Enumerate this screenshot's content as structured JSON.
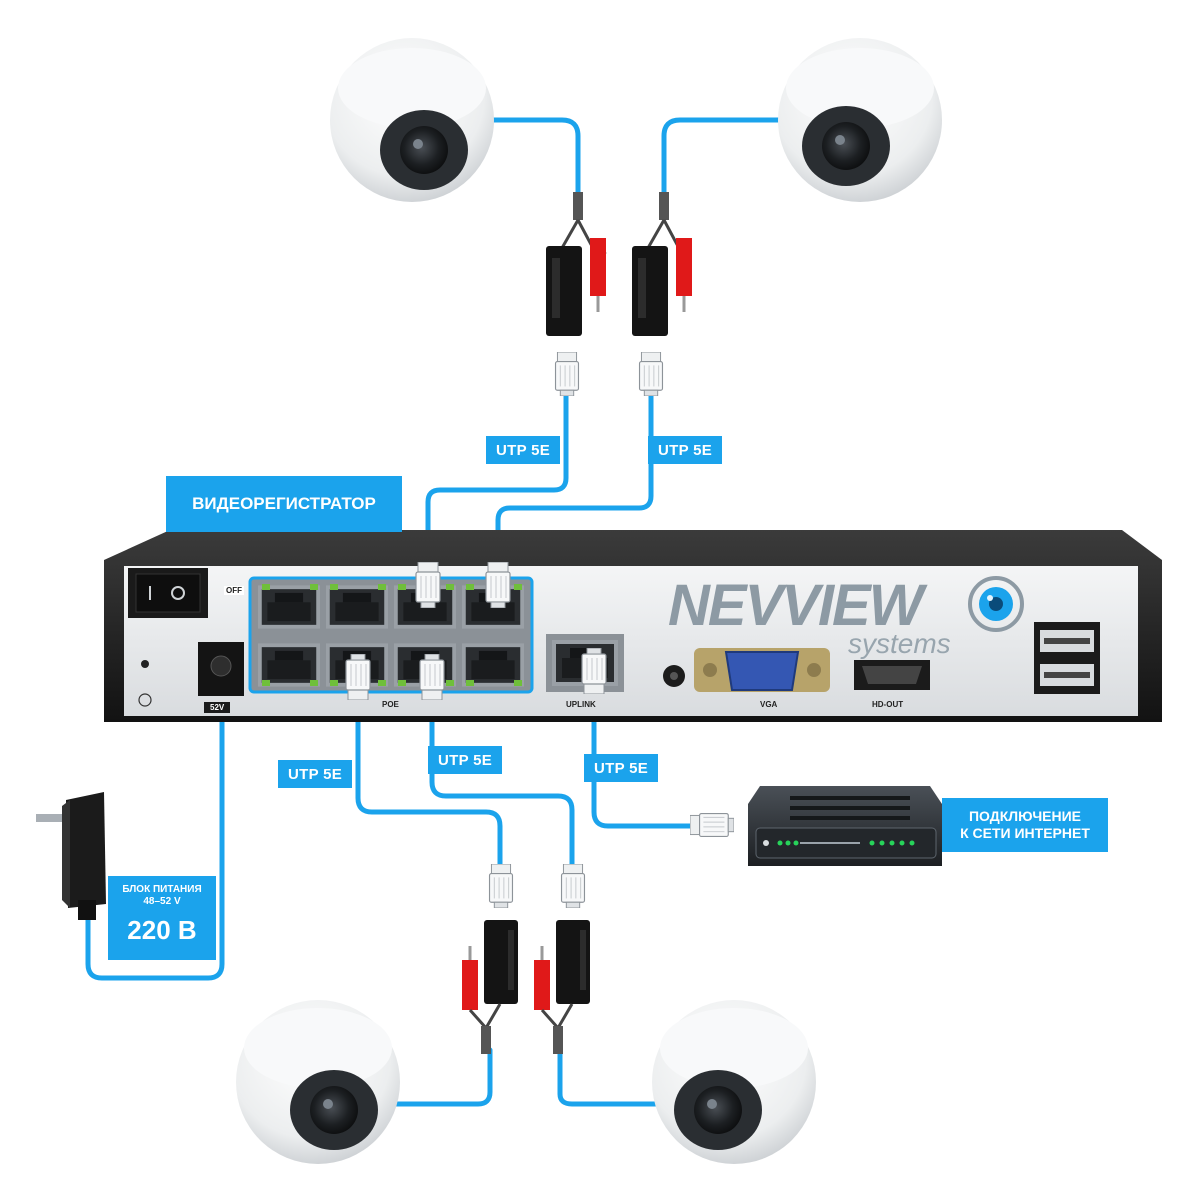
{
  "labels": {
    "nvr": "ВИДЕОРЕГИСТРАТОР",
    "utp": "UTP 5E",
    "power_block": "БЛОК ПИТАНИЯ",
    "power_range": "48–52 V",
    "voltage": "220 В",
    "internet_line1": "ПОДКЛЮЧЕНИЕ",
    "internet_line2": "К СЕТИ ИНТЕРНЕТ"
  },
  "device": {
    "brand": "NEVVIEW",
    "brand_sub": "systems",
    "port_off": "OFF",
    "port_power": "52V",
    "port_poe": "POE",
    "port_uplink": "UPLINK",
    "port_vga": "VGA",
    "port_hdout": "HD-OUT"
  },
  "colors": {
    "cable": "#1ba3ec",
    "label_bg": "#1ba3ec",
    "device_body": "#2a2a2a",
    "panel": "#e8eaed"
  }
}
